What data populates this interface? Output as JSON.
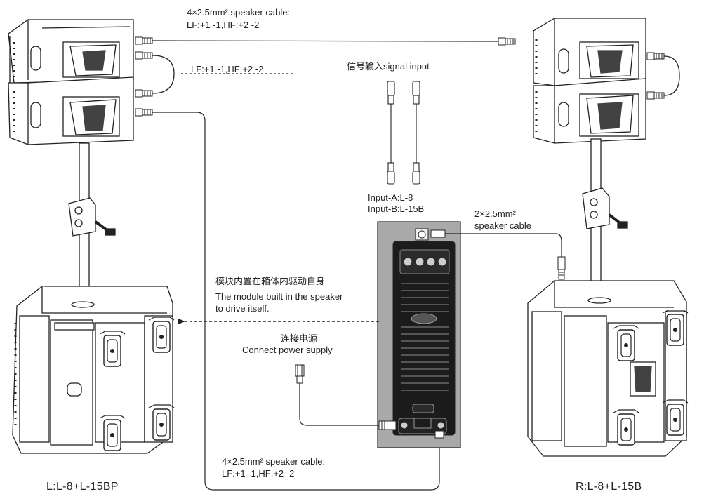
{
  "labels": {
    "top_cable_line1": "4×2.5mm² speaker cable:",
    "top_cable_line2": "LF:+1 -1,HF:+2 -2",
    "left_link_cable": "LF:+1 -1,HF:+2 -2",
    "signal_input": "信号输入signal input",
    "input_a": "Input-A:L-8",
    "input_b": "Input-B:L-15B",
    "right_cable_line1": "2×2.5mm²",
    "right_cable_line2": "speaker cable",
    "module_cn": "模块内置在箱体内驱动自身",
    "module_en_line1": "The module built in the speaker",
    "module_en_line2": "to drive itself.",
    "power_cn": "连接电源",
    "power_en": "Connect power supply",
    "bottom_cable_line1": "4×2.5mm² speaker cable:",
    "bottom_cable_line2": "LF:+1 -1,HF:+2 -2",
    "left_system": "L:L-8+L-15BP",
    "right_system": "R:L-8+L-15B"
  },
  "colors": {
    "line": "#222222",
    "panel": "#a9a9a9",
    "amp_body": "#1c1c1c",
    "speaker_fill": "#ffffff"
  },
  "icons": [
    "speakon-connector-icon",
    "xlr-connector-icon",
    "power-plug-icon",
    "caster-wheel-icon",
    "pole-clamp-icon"
  ]
}
